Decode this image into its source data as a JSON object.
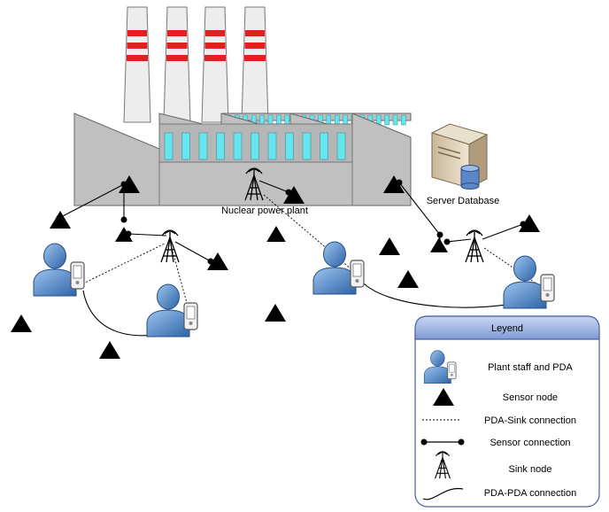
{
  "labels": {
    "plant": "Nuclear power plant",
    "server": "Server Database"
  },
  "legend": {
    "title": "Leyend",
    "items": [
      {
        "label": "Plant staff and PDA",
        "icon": "person-pda-icon"
      },
      {
        "label": "Sensor node",
        "icon": "sensor-triangle-icon"
      },
      {
        "label": "PDA-Sink connection",
        "icon": "dotted-line-icon"
      },
      {
        "label": "Sensor connection",
        "icon": "sensor-connection-icon"
      },
      {
        "label": "Sink node",
        "icon": "antenna-tower-icon"
      },
      {
        "label": "PDA-PDA connection",
        "icon": "curve-line-icon"
      }
    ]
  },
  "colors": {
    "building": "#c0c0c0",
    "window": "#66e5ee",
    "stripe": "#e22020",
    "person": "#4b86c2",
    "legend_header": "#8fa9dd"
  }
}
